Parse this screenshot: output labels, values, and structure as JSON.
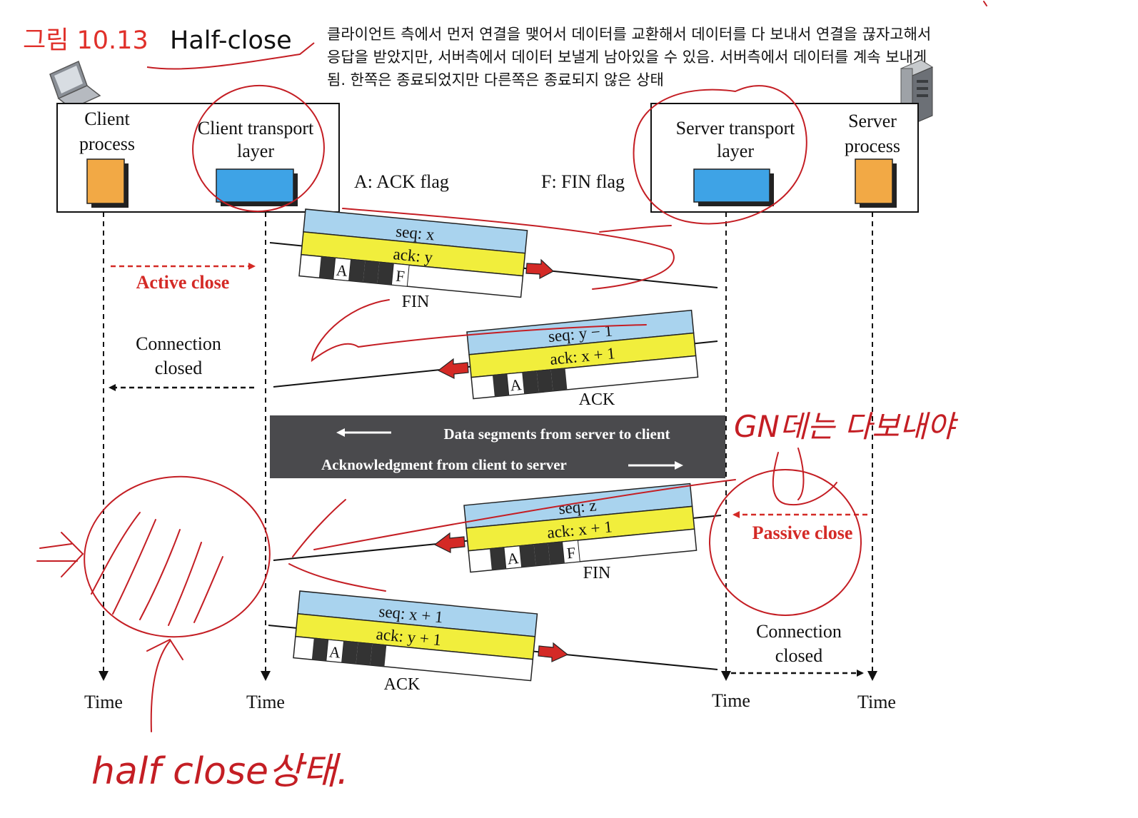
{
  "title": {
    "prefix": "그림 10.13",
    "name": "Half-close"
  },
  "note_lines": [
    "클라이언트 측에서 먼저 연결을 맺어서 데이터를 교환해서 데이터를 다 보내서 연결을 끊자고해서",
    "응답을 받았지만, 서버측에서 데이터 보낼게 남아있을 수 있음. 서버측에서 데이터를 계속 보내게",
    "됨. 한쪽은 종료되었지만 다른쪽은 종료되지 않은 상태"
  ],
  "client_box": {
    "process_label": [
      "Client",
      "process"
    ],
    "transport_label": [
      "Client transport",
      "layer"
    ]
  },
  "server_box": {
    "transport_label": [
      "Server transport",
      "layer"
    ],
    "process_label": [
      "Server",
      "process"
    ]
  },
  "flags_legend": {
    "ack": "A: ACK flag",
    "fin": "F: FIN flag"
  },
  "segments": [
    {
      "seq": "seq: x",
      "ack": "ack: y",
      "flags": [
        "A",
        "F"
      ],
      "caption": "FIN",
      "direction": "client-to-server"
    },
    {
      "seq": "seq: y − 1",
      "ack": "ack: x + 1",
      "flags": [
        "A"
      ],
      "caption": "ACK",
      "direction": "server-to-client"
    },
    {
      "seq": "seq: z",
      "ack": "ack: x + 1",
      "flags": [
        "A",
        "F"
      ],
      "caption": "FIN",
      "direction": "server-to-client"
    },
    {
      "seq": "seq: x + 1",
      "ack": "ack: y + 1",
      "flags": [
        "A"
      ],
      "caption": "ACK",
      "direction": "client-to-server"
    }
  ],
  "events": {
    "active_close": "Active close",
    "connection_closed_client": [
      "Connection",
      "closed"
    ],
    "passive_close": "Passive close",
    "connection_closed_server": [
      "Connection",
      "closed"
    ]
  },
  "data_band": {
    "line1": "Data segments from server to client",
    "line2": "Acknowledgment from client to server"
  },
  "time_labels": [
    "Time",
    "Time",
    "Time",
    "Time"
  ],
  "annotations": {
    "handwritten_bottom": "half close상태.",
    "handwritten_right": "GN데는 다보내야"
  },
  "colors": {
    "title_red": "#e0302a",
    "pen_red": "#c41e24",
    "seq_blue": "#a9d3ee",
    "ack_yellow": "#f1ee3c",
    "process_orange": "#f2a945",
    "transport_blue": "#3ea3e6",
    "arrow_red": "#d42a26",
    "band_gray": "#4a4a4d"
  }
}
